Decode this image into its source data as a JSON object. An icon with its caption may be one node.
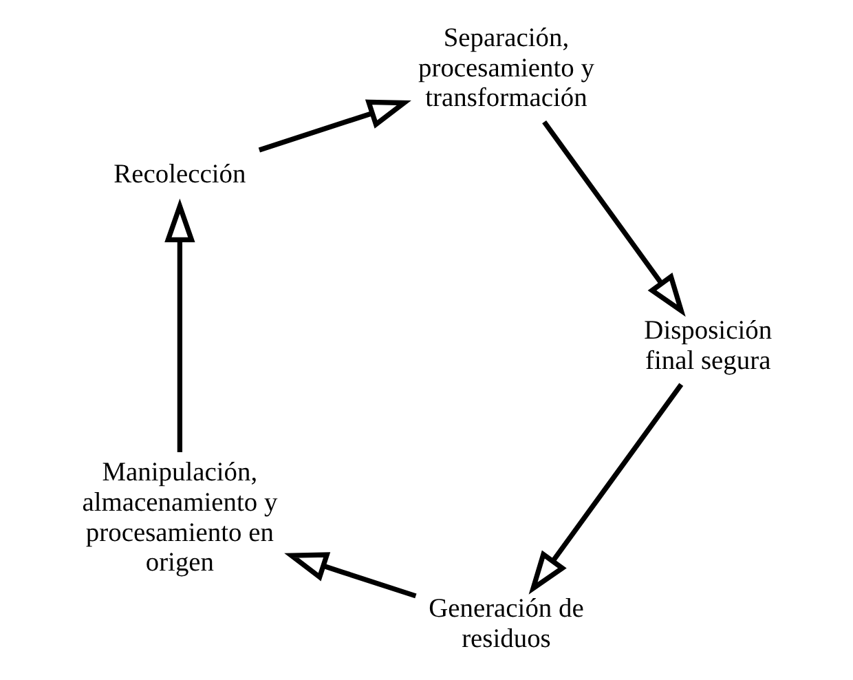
{
  "diagram": {
    "nodes": [
      {
        "text": [
          "Generación de residuos"
        ]
      },
      {
        "text": [
          "Manipulación, almacenamiento y procesamiento en origen"
        ]
      },
      {
        "text": [
          "Recolección"
        ]
      },
      {
        "text": [
          "Separación, procesamiento y transformación"
        ]
      },
      {
        "text": [
          "Disposición final segura"
        ]
      }
    ],
    "edges": [
      {
        "from": 0,
        "to": 1,
        "arrow": "to"
      },
      {
        "from": 1,
        "to": 2,
        "arrow": "to"
      },
      {
        "from": 2,
        "to": 3,
        "arrow": "to"
      },
      {
        "from": 3,
        "to": 4,
        "arrow": "to"
      },
      {
        "from": 4,
        "to": 0,
        "arrow": "to"
      }
    ]
  }
}
